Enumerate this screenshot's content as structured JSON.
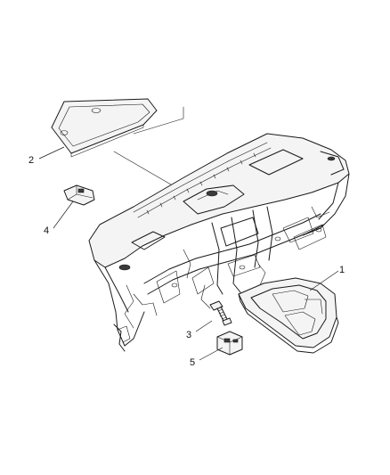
{
  "callouts": [
    {
      "id": "1",
      "label": "1"
    },
    {
      "id": "2",
      "label": "2"
    },
    {
      "id": "3",
      "label": "3"
    },
    {
      "id": "4",
      "label": "4"
    },
    {
      "id": "5",
      "label": "5"
    }
  ],
  "colors": {
    "line": "#1a1a1a",
    "part_fill": "#f4f4f4",
    "background": "#ffffff"
  }
}
